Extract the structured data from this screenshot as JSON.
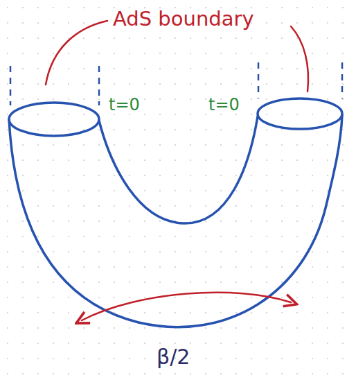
{
  "diagram": {
    "labels": [
      "AdS boundary",
      "t=0",
      "t=0",
      "β/2"
    ]
  }
}
